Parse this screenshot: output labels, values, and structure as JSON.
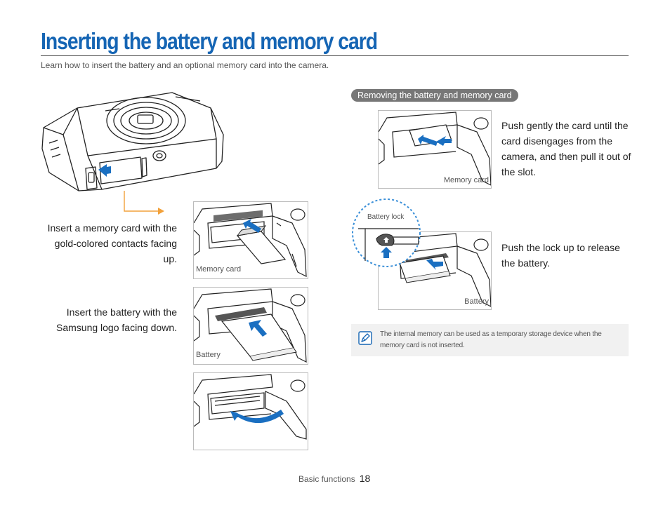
{
  "page": {
    "title": "Inserting the battery and memory card",
    "subtitle": "Learn how to insert the battery and an optional memory card into the camera."
  },
  "section_pill": "Removing the battery and memory card",
  "insert_steps": [
    "Insert a memory card with the gold-colored contacts facing up.",
    "Insert the battery with the Samsung logo facing down."
  ],
  "remove_steps": [
    "Push gently the card until the card disengages from the camera, and then pull it out of the slot.",
    "Push the lock up to release the battery."
  ],
  "captions": {
    "memory_card": "Memory card",
    "battery": "Battery",
    "battery_lock": "Battery lock"
  },
  "note": {
    "text": "The internal memory can be used as a temporary storage device when the memory card is not inserted."
  },
  "footer": {
    "section": "Basic functions",
    "page_number": "18"
  },
  "colors": {
    "title": "#1565b4",
    "arrow_blue": "#1a6fc1",
    "guide_orange": "#f2a13a",
    "lock_circle": "#3a8fd8"
  }
}
